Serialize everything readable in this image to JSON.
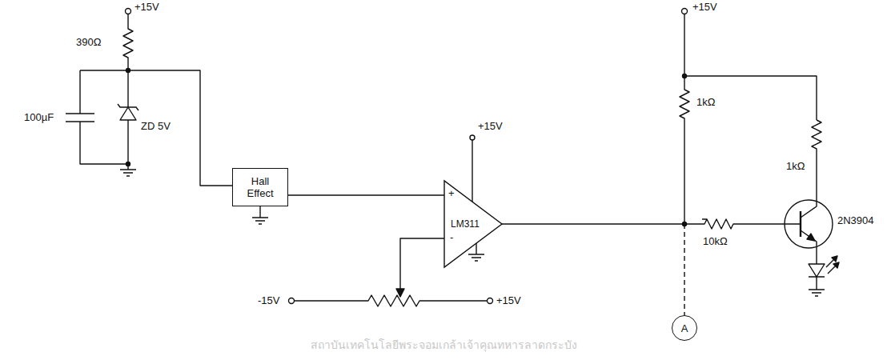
{
  "diagram": {
    "nodes": [
      {
        "text": [
          "Hall Effect"
        ]
      },
      {
        "text": [
          "LM311"
        ]
      },
      {
        "text": [
          "A"
        ]
      }
    ],
    "edges": [
      {
        "from": 0,
        "to": 1,
        "arrow": "none"
      },
      {
        "from": 1,
        "to": 2,
        "arrow": "none"
      }
    ],
    "labels": [
      "+15V",
      "390Ω",
      "100µF",
      "ZD 5V",
      "+15V",
      "+",
      "-",
      "+15V",
      "1kΩ",
      "1kΩ",
      "10kΩ",
      "2N3904",
      "-15V",
      "+15V",
      "สถาบันเทคโนโลยีพระจอมเกล้าเจ้าคุณทหารลาดกระบัง"
    ]
  }
}
